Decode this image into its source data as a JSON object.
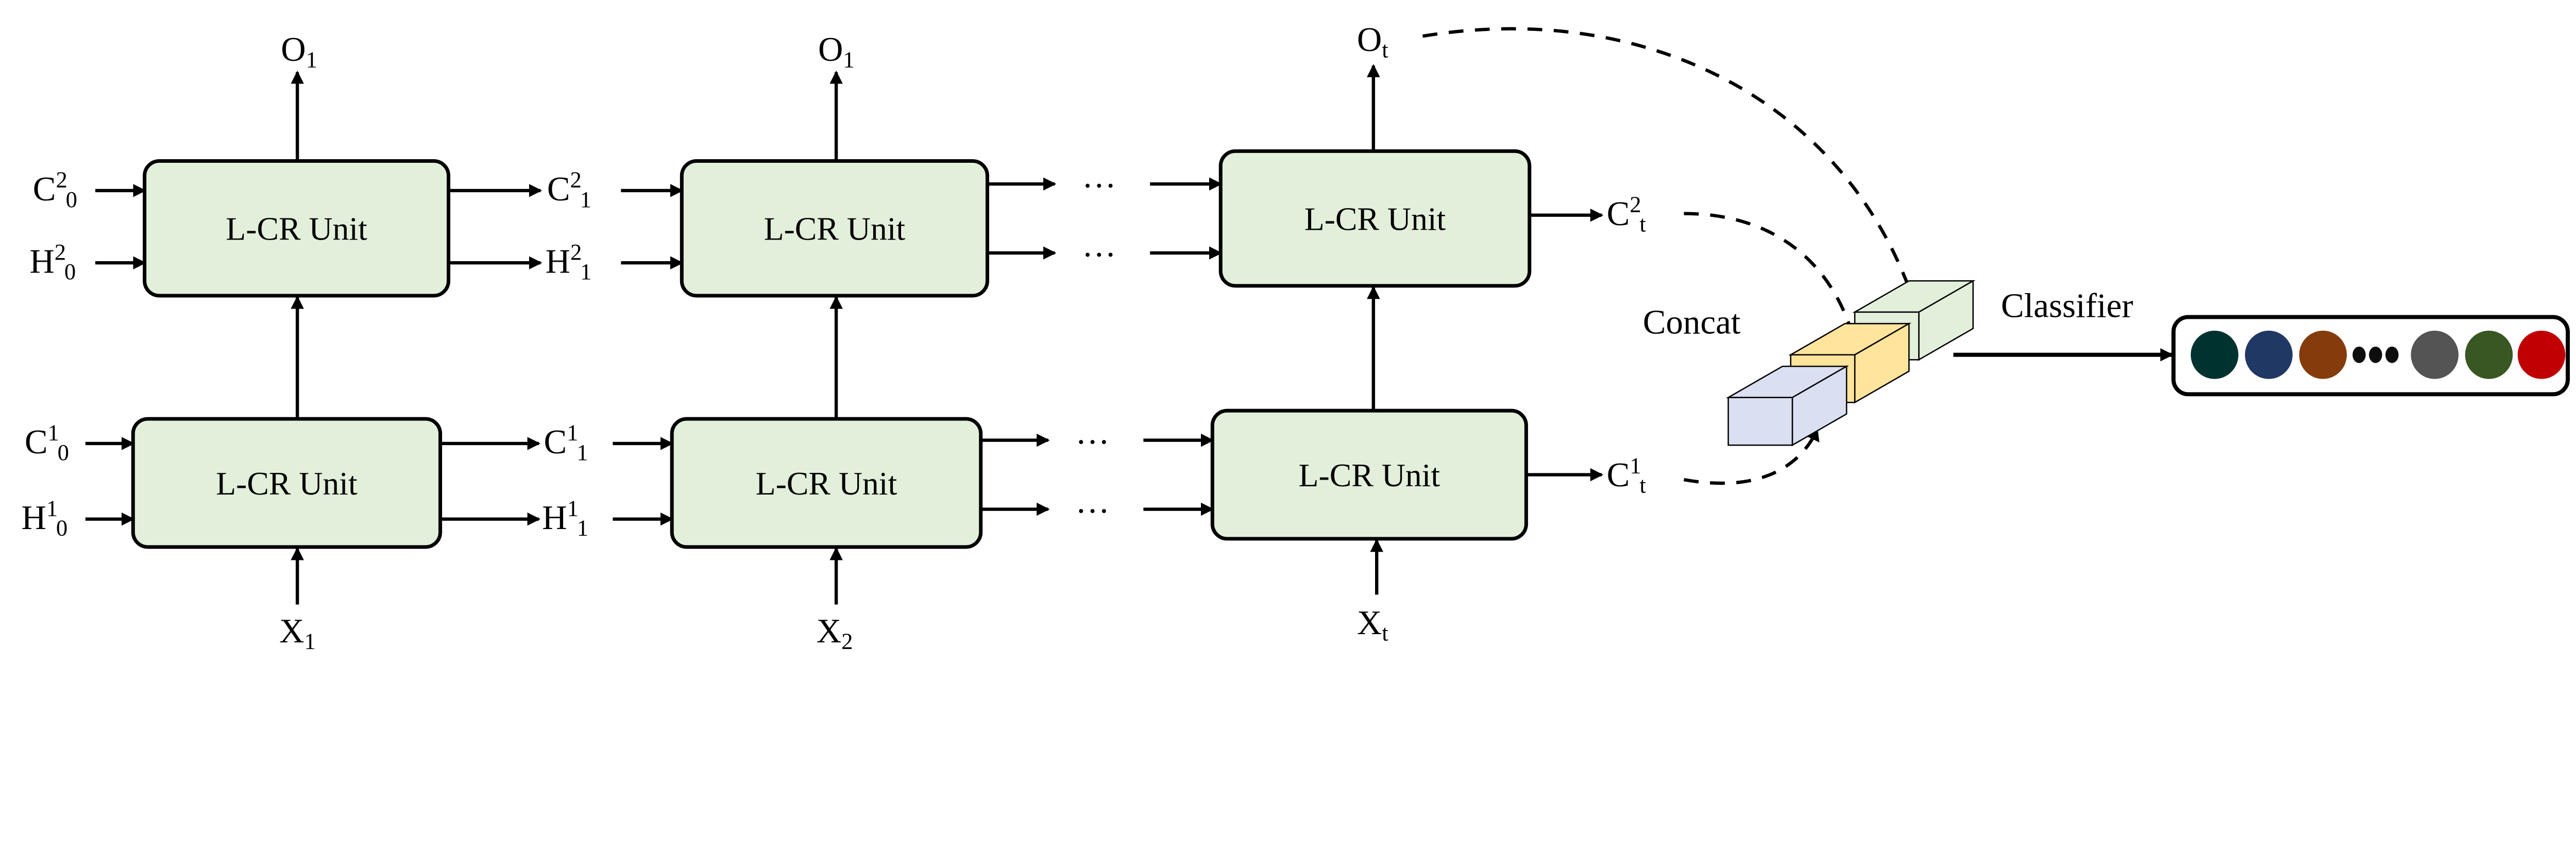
{
  "colors": {
    "unit_fill": "#e2efda",
    "cube_blue": "#dae0f2",
    "cube_yellow": "#ffe49b",
    "cube_green": "#e2efda",
    "classes": [
      "#003330",
      "#203864",
      "#843c0c",
      "#545454",
      "#385723",
      "#c00000"
    ]
  },
  "unit_label": "L-CR Unit",
  "outputs": [
    {
      "base": "O",
      "sub": "1"
    },
    {
      "base": "O",
      "sub": "1"
    },
    {
      "base": "O",
      "sub": "t"
    }
  ],
  "inputs": [
    {
      "base": "X",
      "sub": "1"
    },
    {
      "base": "X",
      "sub": "2"
    },
    {
      "base": "X",
      "sub": "t"
    }
  ],
  "states": {
    "c2_0": {
      "base": "C",
      "sup": "2",
      "sub": "0"
    },
    "h2_0": {
      "base": "H",
      "sup": "2",
      "sub": "0"
    },
    "c2_1": {
      "base": "C",
      "sup": "2",
      "sub": "1"
    },
    "h2_1": {
      "base": "H",
      "sup": "2",
      "sub": "1"
    },
    "c2_t": {
      "base": "C",
      "sup": "2",
      "sub": "t"
    },
    "c1_0": {
      "base": "C",
      "sup": "1",
      "sub": "0"
    },
    "h1_0": {
      "base": "H",
      "sup": "1",
      "sub": "0"
    },
    "c1_1": {
      "base": "C",
      "sup": "1",
      "sub": "1"
    },
    "h1_1": {
      "base": "H",
      "sup": "1",
      "sub": "1"
    },
    "c1_t": {
      "base": "C",
      "sup": "1",
      "sub": "t"
    }
  },
  "ellipsis": "···",
  "concat_label": "Concat",
  "classifier_label": "Classifier",
  "class_icons": [
    "class-circle",
    "class-circle",
    "class-circle",
    "ellipsis-dots",
    "class-circle",
    "class-circle",
    "class-circle"
  ]
}
